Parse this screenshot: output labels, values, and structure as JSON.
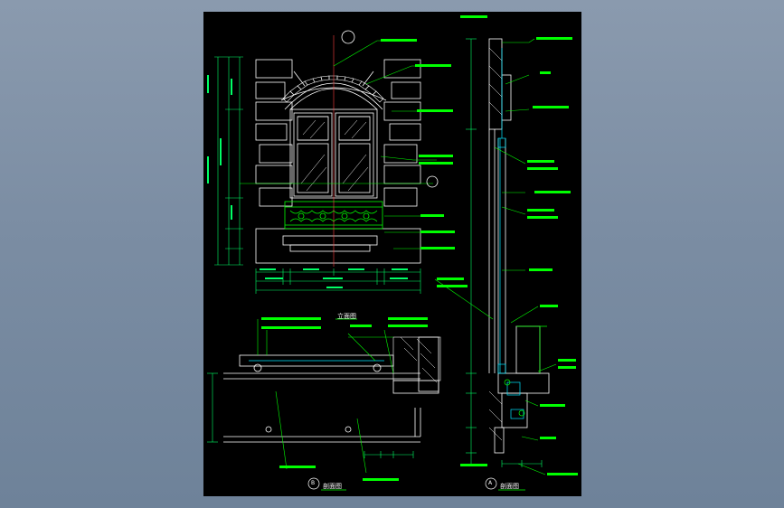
{
  "views": {
    "elevation_title": "立面图",
    "section_a_title": "剖面图",
    "section_a_marker": "B",
    "section_b_title": "剖面图",
    "section_b_marker": "A"
  },
  "colors": {
    "background": "#000000",
    "outline": "#ffffff",
    "annotation": "#00ff00",
    "dimension": "#00ff66",
    "section_cut": "#00e5ff",
    "accent": "#ff4040"
  }
}
